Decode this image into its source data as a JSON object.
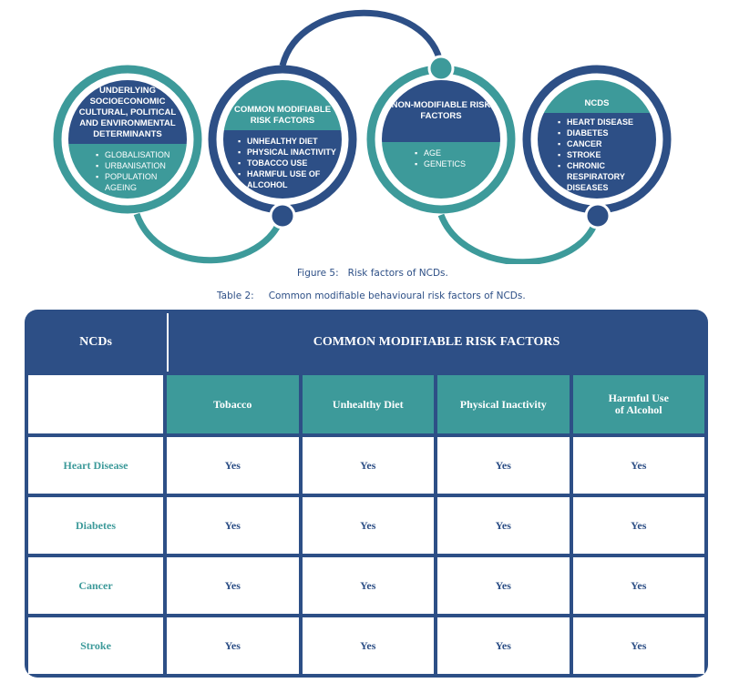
{
  "diagram": {
    "circles": [
      {
        "title": "UNDERLYING SOCIOECONOMIC CULTURAL, POLITICAL AND ENVIRONMENTAL DETERMINANTS",
        "items": [
          "GLOBALISATION",
          "URBANISATION",
          "POPULATION AGEING"
        ]
      },
      {
        "title": "COMMON MODIFIABLE RISK FACTORS",
        "items": [
          "UNHEALTHY DIET",
          "PHYSICAL INACTIVITY",
          "TOBACCO USE",
          "HARMFUL USE OF ALCOHOL"
        ]
      },
      {
        "title": "NON-MODIFIABLE RISK FACTORS",
        "items": [
          "AGE",
          "GENETICS"
        ]
      },
      {
        "title": "NCDs",
        "items": [
          "HEART DISEASE",
          "DIABETES",
          "CANCER",
          "STROKE",
          "CHRONIC RESPIRATORY DISEASES"
        ]
      }
    ]
  },
  "figure_caption": {
    "number": "Figure 5:",
    "text": "Risk factors of NCDs."
  },
  "table_caption": {
    "number": "Table 2:",
    "text": "Common modifiable behavioural risk factors of NCDs."
  },
  "table": {
    "col_header": "NCDs",
    "group_header": "COMMON MODIFIABLE RISK FACTORS",
    "factors": [
      "Tobacco",
      "Unhealthy Diet",
      "Physical Inactivity",
      "Harmful Use\nof Alcohol"
    ],
    "rows": [
      {
        "ncd": "Heart Disease",
        "values": [
          "Yes",
          "Yes",
          "Yes",
          "Yes"
        ]
      },
      {
        "ncd": "Diabetes",
        "values": [
          "Yes",
          "Yes",
          "Yes",
          "Yes"
        ]
      },
      {
        "ncd": "Cancer",
        "values": [
          "Yes",
          "Yes",
          "Yes",
          "Yes"
        ]
      },
      {
        "ncd": "Stroke",
        "values": [
          "Yes",
          "Yes",
          "Yes",
          "Yes"
        ]
      }
    ]
  },
  "colors": {
    "navy": "#2d4f86",
    "teal": "#3d9a9a"
  }
}
